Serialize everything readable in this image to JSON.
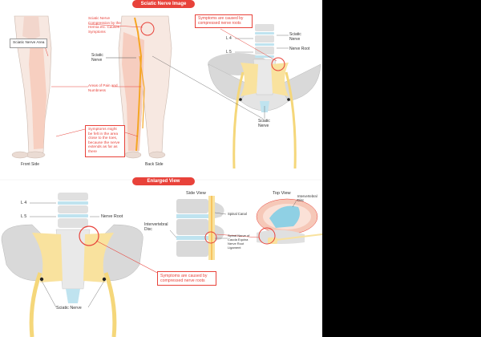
{
  "top_title": "Sciatic Nerve Image",
  "bottom_title": "Enlarged View",
  "front": {
    "area_label": "Sciatic Nerve Area",
    "caption": "Front Side"
  },
  "back": {
    "caption": "Back Side",
    "compression_note": "Sciatic Nerve Compression by the Hernia etc. Causes Symptoms",
    "sciatic_label": "Sciatic Nerve",
    "pain_note": "Areas of Pain and Numbness",
    "far_note": "Symptoms might be felt in the area close to the toes, because the nerve extends as far as there"
  },
  "pelvis_top": {
    "callout": "Symptoms are caused by compressed nerve roots",
    "l4": "L 4",
    "l5": "L 5",
    "sciatic_right": "Sciatic Nerve",
    "nerve_root": "Nerve Root",
    "sciatic_bottom": "Sciatic Nerve"
  },
  "enlarged": {
    "l4": "L 4",
    "l5": "L 5",
    "nerve_root": "Nerve Root",
    "sciatic": "Sciatic Nerve",
    "callout": "Symptoms are caused by compressed nerve roots"
  },
  "side_view": {
    "title": "Side View",
    "disc": "Intervertebral Disc",
    "canal": "Spinal Canal",
    "compression": "Spinal Nerve of Cauda Equina Nerve Root Ligament"
  },
  "top_view": {
    "title": "Top View",
    "disc": "Intervertebral Disc"
  },
  "colors": {
    "accent": "#e8423a",
    "skin": "#f6d1c4",
    "nerve": "#f5a623",
    "bone": "#d9d9d9",
    "disc": "#bfe3ef"
  }
}
